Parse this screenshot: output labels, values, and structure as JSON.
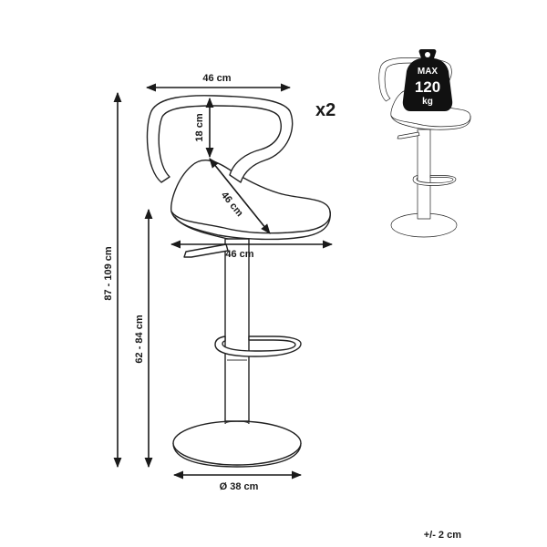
{
  "dimensions": {
    "back_width": "46 cm",
    "back_height": "18 cm",
    "seat_depth": "46 cm",
    "seat_width": "46 cm",
    "total_height": "87 - 109 cm",
    "seat_height": "62 - 84 cm",
    "base_diameter": "Ø 38 cm"
  },
  "quantity": "x2",
  "load_badge": {
    "top": "MAX",
    "value": "120",
    "unit": "kg"
  },
  "tolerance": "+/- 2 cm",
  "colors": {
    "line": "#222222",
    "badge": "#111111",
    "background": "#ffffff"
  }
}
